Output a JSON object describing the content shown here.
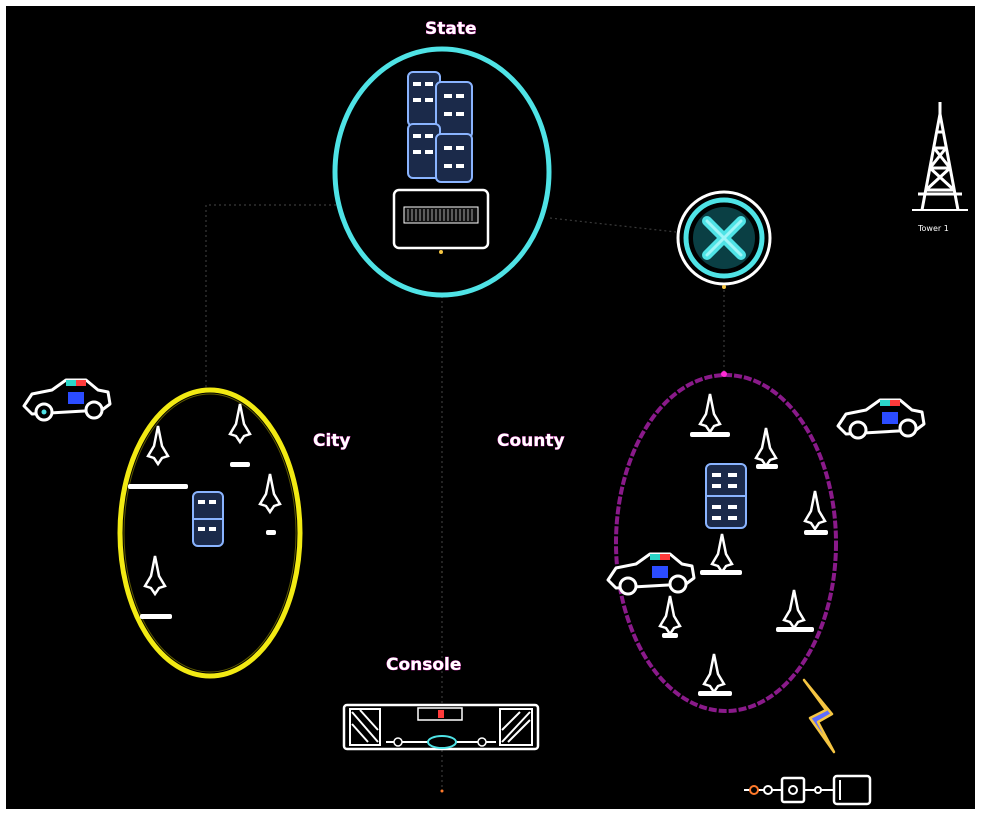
{
  "diagram": {
    "regions": [
      {
        "id": "state",
        "label": "State",
        "color": "#4fe3e6"
      },
      {
        "id": "city",
        "label": "City",
        "color": "#f2ea13"
      },
      {
        "id": "county",
        "label": "County",
        "color": "#8a1a8a"
      },
      {
        "id": "console",
        "label": "Console"
      }
    ],
    "nodes": {
      "tower": {
        "label": "Tower 1"
      },
      "gateway": {
        "label": ""
      },
      "state_equipment": {
        "label": ""
      },
      "city_equipment": {
        "label": ""
      },
      "county_equipment": {
        "label": ""
      },
      "console_position": {
        "label": ""
      }
    },
    "colors": {
      "background": "#000000",
      "link": "#3a3a3a",
      "accent": "#ff2bd6",
      "vehicle": "#ffffff",
      "lightning": "#5e6cff"
    },
    "icons": {
      "server": "server-rack-icon",
      "tower": "radio-tower-icon",
      "gateway": "gateway-x-icon",
      "vehicle": "police-car-icon",
      "lightning": "lightning-icon",
      "device": "radio-device-icon"
    }
  }
}
